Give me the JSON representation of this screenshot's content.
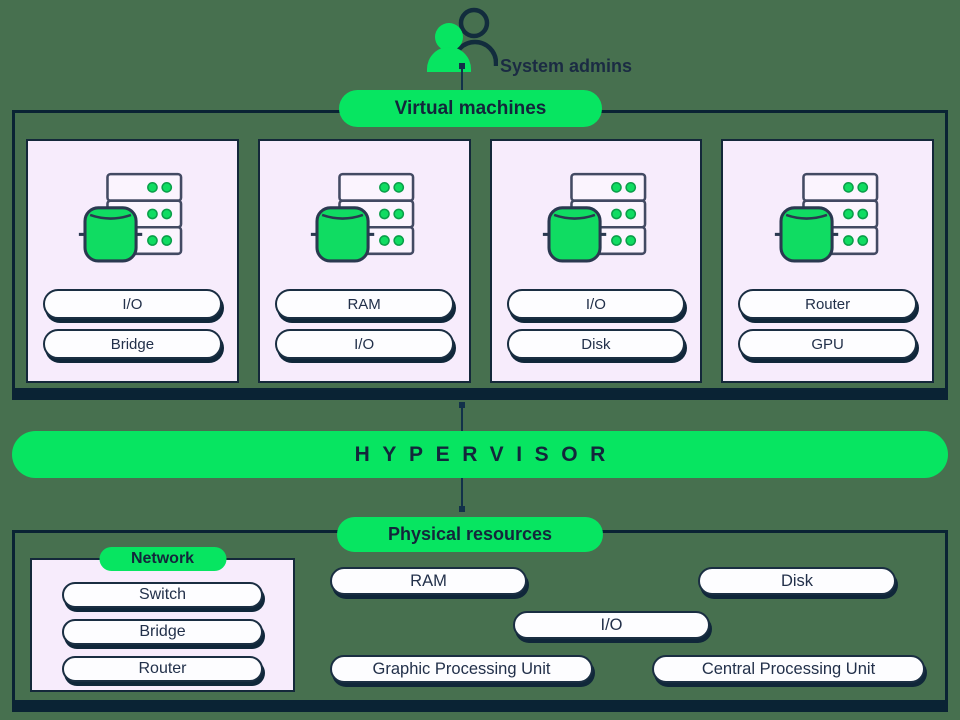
{
  "colors": {
    "background": "#47704F",
    "accent_green": "#07E561",
    "dark_navy": "#0A2334",
    "card_background": "#F7ECFC",
    "pill_background": "#FDFDFF",
    "text_navy": "#1C2B44"
  },
  "actor": {
    "label": "System admins",
    "icon": "admins-icon"
  },
  "vm_section": {
    "label": "Virtual machines",
    "cards": [
      {
        "icon": "server-icon",
        "pills": [
          "I/O",
          "Bridge"
        ]
      },
      {
        "icon": "server-icon",
        "pills": [
          "RAM",
          "I/O"
        ]
      },
      {
        "icon": "server-icon",
        "pills": [
          "I/O",
          "Disk"
        ]
      },
      {
        "icon": "server-icon",
        "pills": [
          "Router",
          "GPU"
        ]
      }
    ]
  },
  "hypervisor": {
    "label": "HYPERVISOR"
  },
  "physical_section": {
    "label": "Physical resources",
    "network": {
      "label": "Network",
      "pills": [
        "Switch",
        "Bridge",
        "Router"
      ]
    },
    "pills": [
      "RAM",
      "Disk",
      "I/O",
      "Graphic Processing Unit",
      "Central Processing Unit"
    ]
  }
}
